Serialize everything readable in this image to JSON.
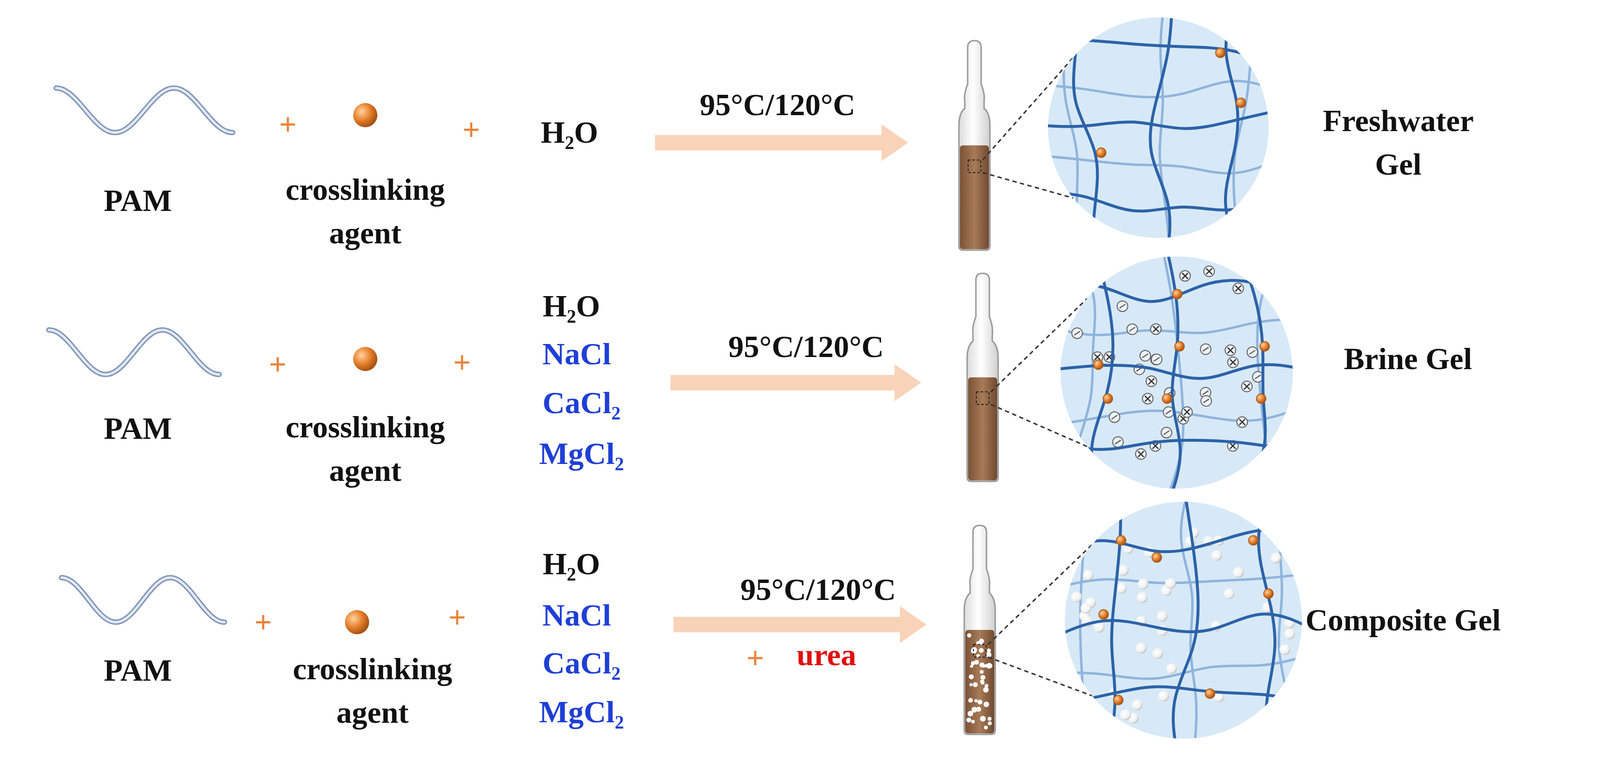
{
  "diagram": {
    "labels": [
      "PAM",
      "+",
      "crosslinking agent",
      "+",
      "H₂O",
      "95°C/120°C",
      "Freshwater Gel",
      "PAM",
      "+",
      "crosslinking agent",
      "+",
      "H₂O",
      "NaCl",
      "CaCl₂",
      "MgCl₂",
      "95°C/120°C",
      "Brine Gel",
      "PAM",
      "+",
      "crosslinking agent",
      "+",
      "H₂O",
      "NaCl",
      "CaCl₂",
      "MgCl₂",
      "95°C/120°C",
      "+",
      "urea",
      "Composite Gel"
    ]
  }
}
